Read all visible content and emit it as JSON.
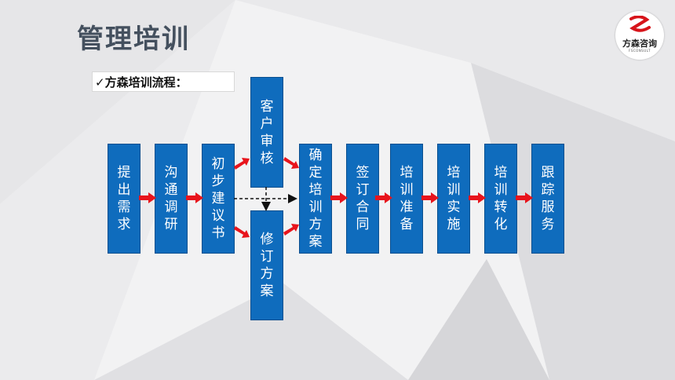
{
  "page": {
    "title": "管理培训",
    "subtitle": "✓方森培训流程：",
    "logo": {
      "name": "方森咨询",
      "tagline": "FSCONSULT"
    }
  },
  "colors": {
    "box": "#0f6cbd",
    "arrow": "#e8141c",
    "title": "#44505e"
  },
  "steps": [
    {
      "id": "s1",
      "label": "提出需求"
    },
    {
      "id": "s2",
      "label": "沟通调研"
    },
    {
      "id": "s3",
      "label": "初步建议书"
    },
    {
      "id": "s4",
      "label": "客户审核"
    },
    {
      "id": "s5",
      "label": "修订方案"
    },
    {
      "id": "s6",
      "label": "确定培训方案"
    },
    {
      "id": "s7",
      "label": "签订合同"
    },
    {
      "id": "s8",
      "label": "培训准备"
    },
    {
      "id": "s9",
      "label": "培训实施"
    },
    {
      "id": "s10",
      "label": "培训转化"
    },
    {
      "id": "s11",
      "label": "跟踪服务"
    }
  ]
}
